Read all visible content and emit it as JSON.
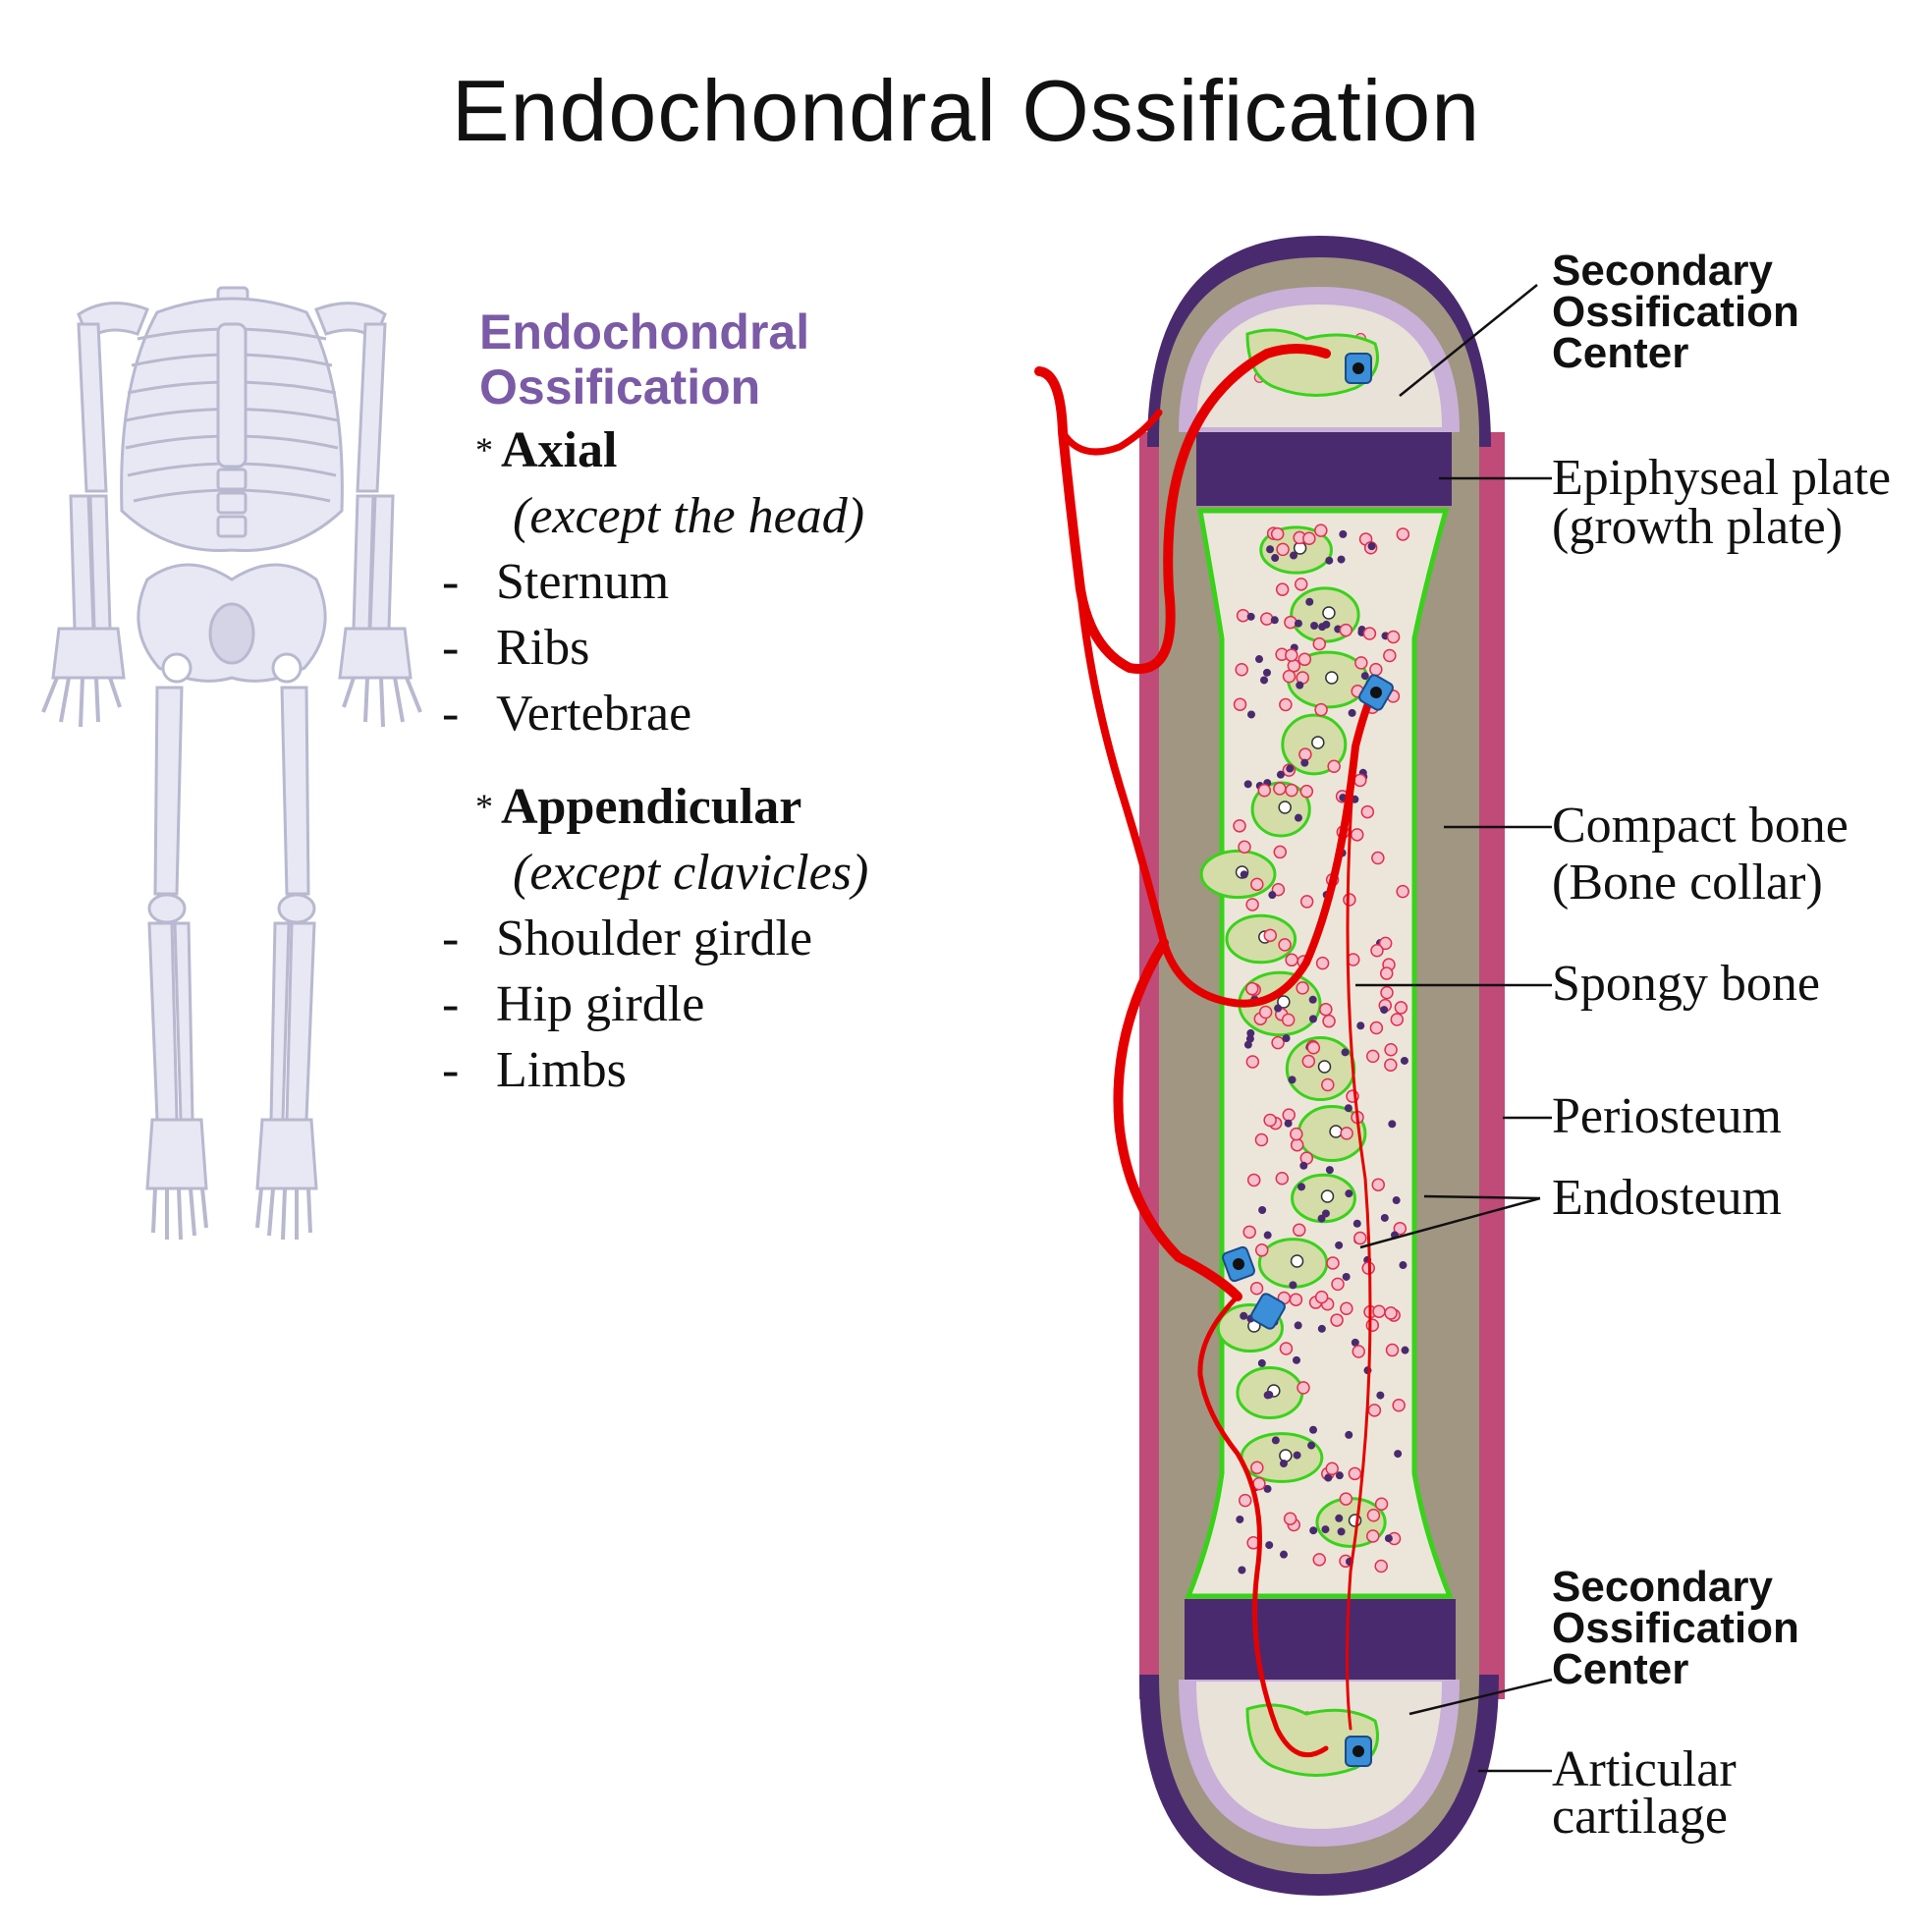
{
  "title": "Endochondral Ossification",
  "panel": {
    "heading_line1": "Endochondral",
    "heading_line2": "Ossification",
    "axial": {
      "star": "*",
      "label": "Axial",
      "note": "(except the head)",
      "items": [
        "Sternum",
        "Ribs",
        "Vertebrae"
      ]
    },
    "appendicular": {
      "star": "*",
      "label": "Appendicular",
      "note": "(except clavicles)",
      "items": [
        "Shoulder girdle",
        "Hip girdle",
        "Limbs"
      ]
    },
    "dash": "-"
  },
  "bone_labels": {
    "secondary_top": [
      "Secondary",
      "Ossification",
      "Center"
    ],
    "epiphyseal": [
      "Epiphyseal plate",
      "(growth plate)"
    ],
    "compact": [
      "Compact bone",
      "(Bone collar)"
    ],
    "spongy": "Spongy bone",
    "periosteum": "Periosteum",
    "endosteum": "Endosteum",
    "secondary_bottom": [
      "Secondary",
      "Ossification",
      "Center"
    ],
    "articular": [
      "Articular",
      "cartilage"
    ]
  },
  "colors": {
    "periosteum": "#c04a78",
    "dark_purple": "#4a2a6e",
    "compact_bone": "#a09682",
    "marrow": "#ece6da",
    "cartilage": "#c8b0d8",
    "endosteum_green": "#39d21a",
    "artery_red": "#e50000",
    "skeleton": "#e8e8f4"
  }
}
